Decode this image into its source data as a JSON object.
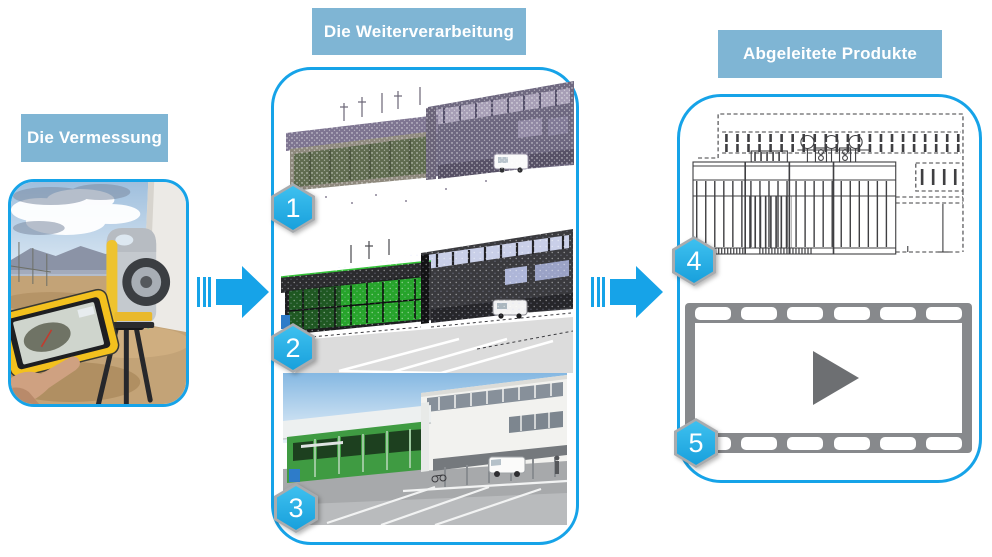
{
  "colors": {
    "accent_blue": "#16a3e8",
    "header_bg": "#7fb5d4",
    "badge_fill": "#29b0e6",
    "badge_border": "#a8abae",
    "film_grey": "#87898c",
    "play_grey": "#6d6f72"
  },
  "sections": {
    "survey": {
      "title": "Die Vermessung",
      "image": "laser-scanner-with-field-tablet-photo"
    },
    "processing": {
      "title": "Die Weiterverarbeitung",
      "items": [
        {
          "badge": "1",
          "image": "building-point-cloud"
        },
        {
          "badge": "2",
          "image": "point-cloud-with-model-overlay"
        },
        {
          "badge": "3",
          "image": "3d-model-rendering"
        }
      ]
    },
    "products": {
      "title": "Abgeleitete Produkte",
      "items": [
        {
          "badge": "4",
          "image": "2d-elevation-drawing"
        },
        {
          "badge": "5",
          "image": "video-filmstrip"
        }
      ]
    }
  },
  "icons": {
    "flow_arrow": "striped-right-block-arrow",
    "play": "▶"
  }
}
